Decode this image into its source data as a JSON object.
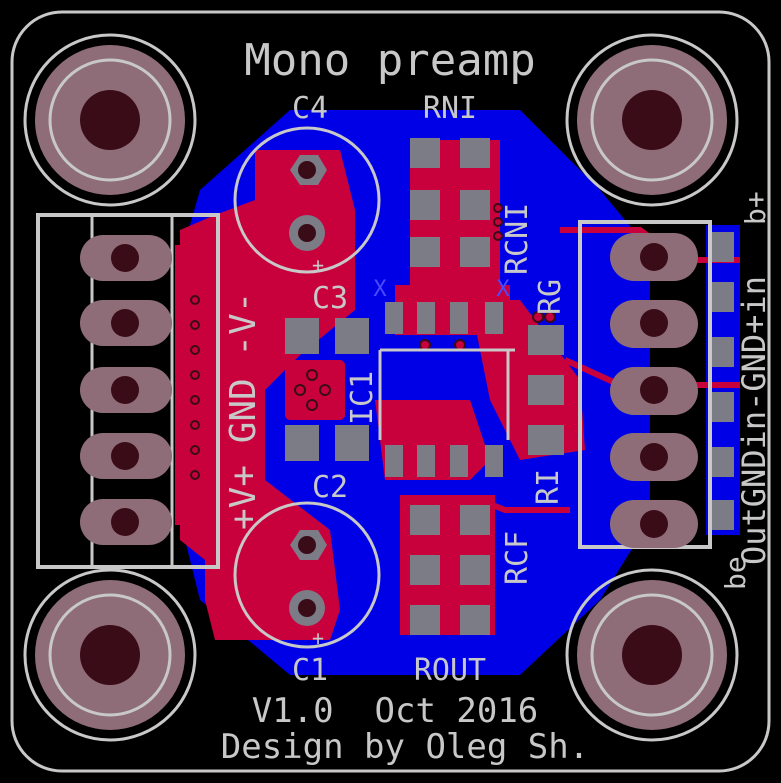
{
  "board": {
    "title": "Mono preamp",
    "version_line": "V1.0  Oct 2016",
    "design_line": "Design by Oleg Sh."
  },
  "labels": {
    "c4": "C4",
    "c3": "C3",
    "c2": "C2",
    "c1": "C1",
    "rni": "RNI",
    "rcni": "RCNI",
    "rg": "RG",
    "ic1": "IC1",
    "rcf": "RCF",
    "ri": "RI",
    "rout": "ROUT",
    "power_header": "+V+ GND -V-",
    "signal_header": "OutGNDin-GND+in",
    "edge_top_right": "b+",
    "edge_bottom_right": "be",
    "plus_mark": "+",
    "ghost_mark": "X"
  },
  "colors": {
    "background": "#000000",
    "top_copper": "#c8003c",
    "bottom_copper": "#0000e6",
    "silkscreen": "#c8c8c8",
    "pad": "#8e6d78",
    "smd_pad": "#7c7c86",
    "drill": "#3a0c18",
    "via": "#c8003c"
  },
  "icons": {
    "mounting_hole": "circle-ring",
    "through_hole_pad": "rounded-oval",
    "smd_pad": "square"
  }
}
